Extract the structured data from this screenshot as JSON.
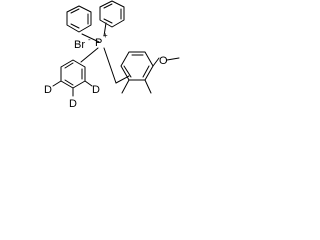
{
  "structure": {
    "labels": {
      "bromide": "Br",
      "bromide_charge": "-",
      "phosphorus": "P",
      "phosphorus_charge": "+",
      "deuterium": "D",
      "oxygen": "O"
    }
  }
}
